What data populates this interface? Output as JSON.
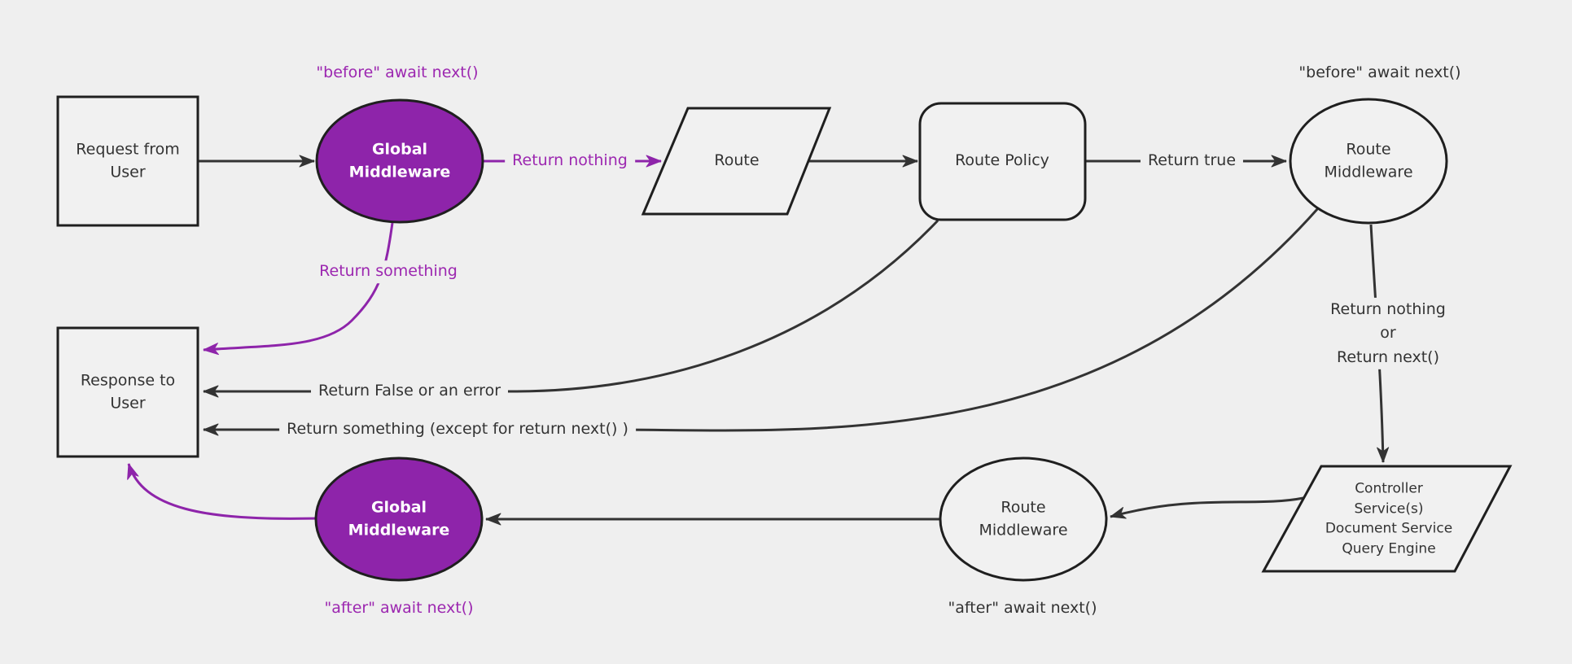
{
  "diagram": {
    "title_hint": "middleware request flow",
    "colors": {
      "background": "#efefef",
      "node_fill": "#f1f1f1",
      "node_stroke": "#1f1f1f",
      "edge_color": "#333333",
      "purple_fill": "#8e24aa",
      "purple_edge": "#8e24aa",
      "purple_text": "#9c27b0",
      "text_color": "#333333"
    },
    "nodes": {
      "request_from_user": "Request from User",
      "global_middleware_top": "Global Middleware",
      "route": "Route",
      "route_policy": "Route Policy",
      "route_middleware_top": "Route Middleware",
      "controller_stack": "Controller\nService(s)\nDocument Service\nQuery Engine",
      "route_middleware_bottom": "Route Middleware",
      "global_middleware_bottom": "Global Middleware",
      "response_to_user": "Response to User"
    },
    "labels": {
      "before_await_next_global": "\"before\" await next()",
      "before_await_next_route": "\"before\" await next()",
      "after_await_next_global": "\"after\" await next()",
      "after_await_next_route": "\"after\" await next()",
      "return_nothing": "Return nothing",
      "return_something": "Return something",
      "return_true": "Return true",
      "return_nothing_or_next": "Return nothing\nor\nReturn next()",
      "return_false_or_error": "Return False or an error",
      "return_something_except": "Return something (except for return next() )"
    }
  }
}
